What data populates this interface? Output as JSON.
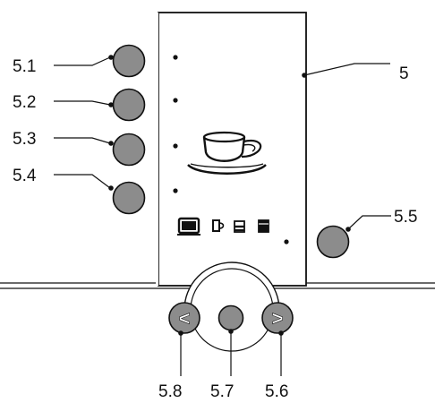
{
  "callouts": {
    "c5_1": "5.1",
    "c5_2": "5.2",
    "c5_3": "5.3",
    "c5_4": "5.4",
    "c5": "5",
    "c5_5": "5.5",
    "c5_6": "5.6",
    "c5_7": "5.7",
    "c5_8": "5.8"
  },
  "nav": {
    "prev_symbol": "<",
    "next_symbol": ">"
  },
  "icons": {
    "main": "coffee-cup-icon",
    "small": [
      "double-cup-icon",
      "single-cup-icon",
      "cup-level-1-icon",
      "cup-level-2-icon"
    ]
  },
  "colors": {
    "button_fill": "#8c8c8c",
    "outline": "#111111"
  }
}
